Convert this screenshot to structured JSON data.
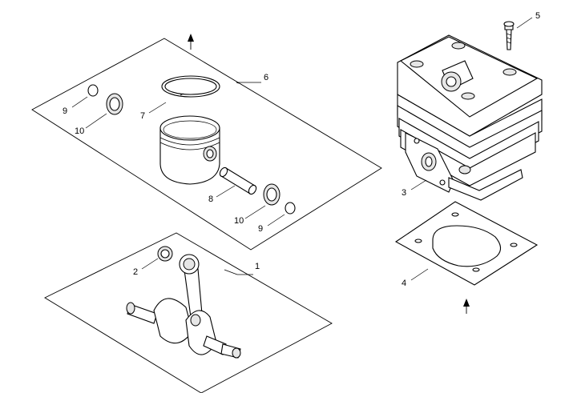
{
  "callouts": {
    "c1": "1",
    "c2": "2",
    "c3": "3",
    "c4": "4",
    "c5": "5",
    "c6": "6",
    "c7": "7",
    "c8": "8",
    "c9a": "9",
    "c9b": "9",
    "c10a": "10",
    "c10b": "10"
  },
  "icons": {
    "direction_arrow": "arrow-up-icon"
  }
}
